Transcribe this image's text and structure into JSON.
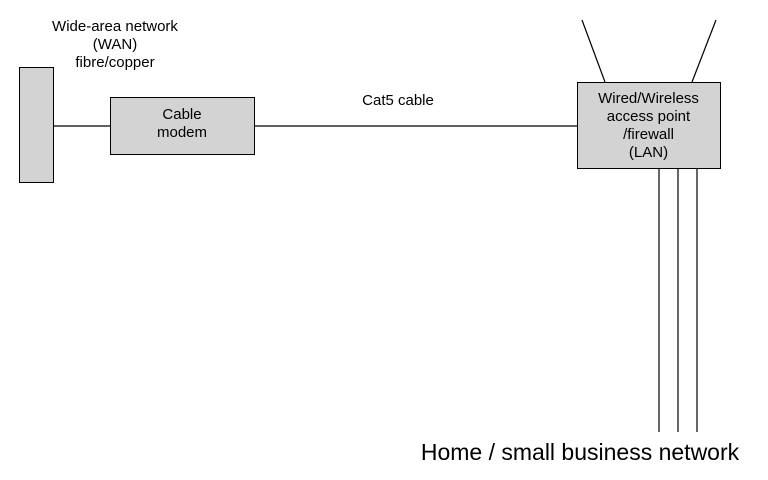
{
  "wan": {
    "label_lines": [
      "Wide-area network",
      "(WAN)",
      "fibre/copper"
    ]
  },
  "modem": {
    "label_lines": [
      "Cable",
      "modem"
    ]
  },
  "link": {
    "label": "Cat5 cable"
  },
  "router": {
    "label_lines": [
      "Wired/Wireless",
      "access point",
      "/firewall",
      "(LAN)"
    ],
    "antenna_count": 2,
    "lan_port_count": 3
  },
  "footer": {
    "label": "Home / small business network"
  },
  "colors": {
    "box_fill": "#d3d3d3",
    "stroke": "#000000",
    "background": "#ffffff"
  }
}
